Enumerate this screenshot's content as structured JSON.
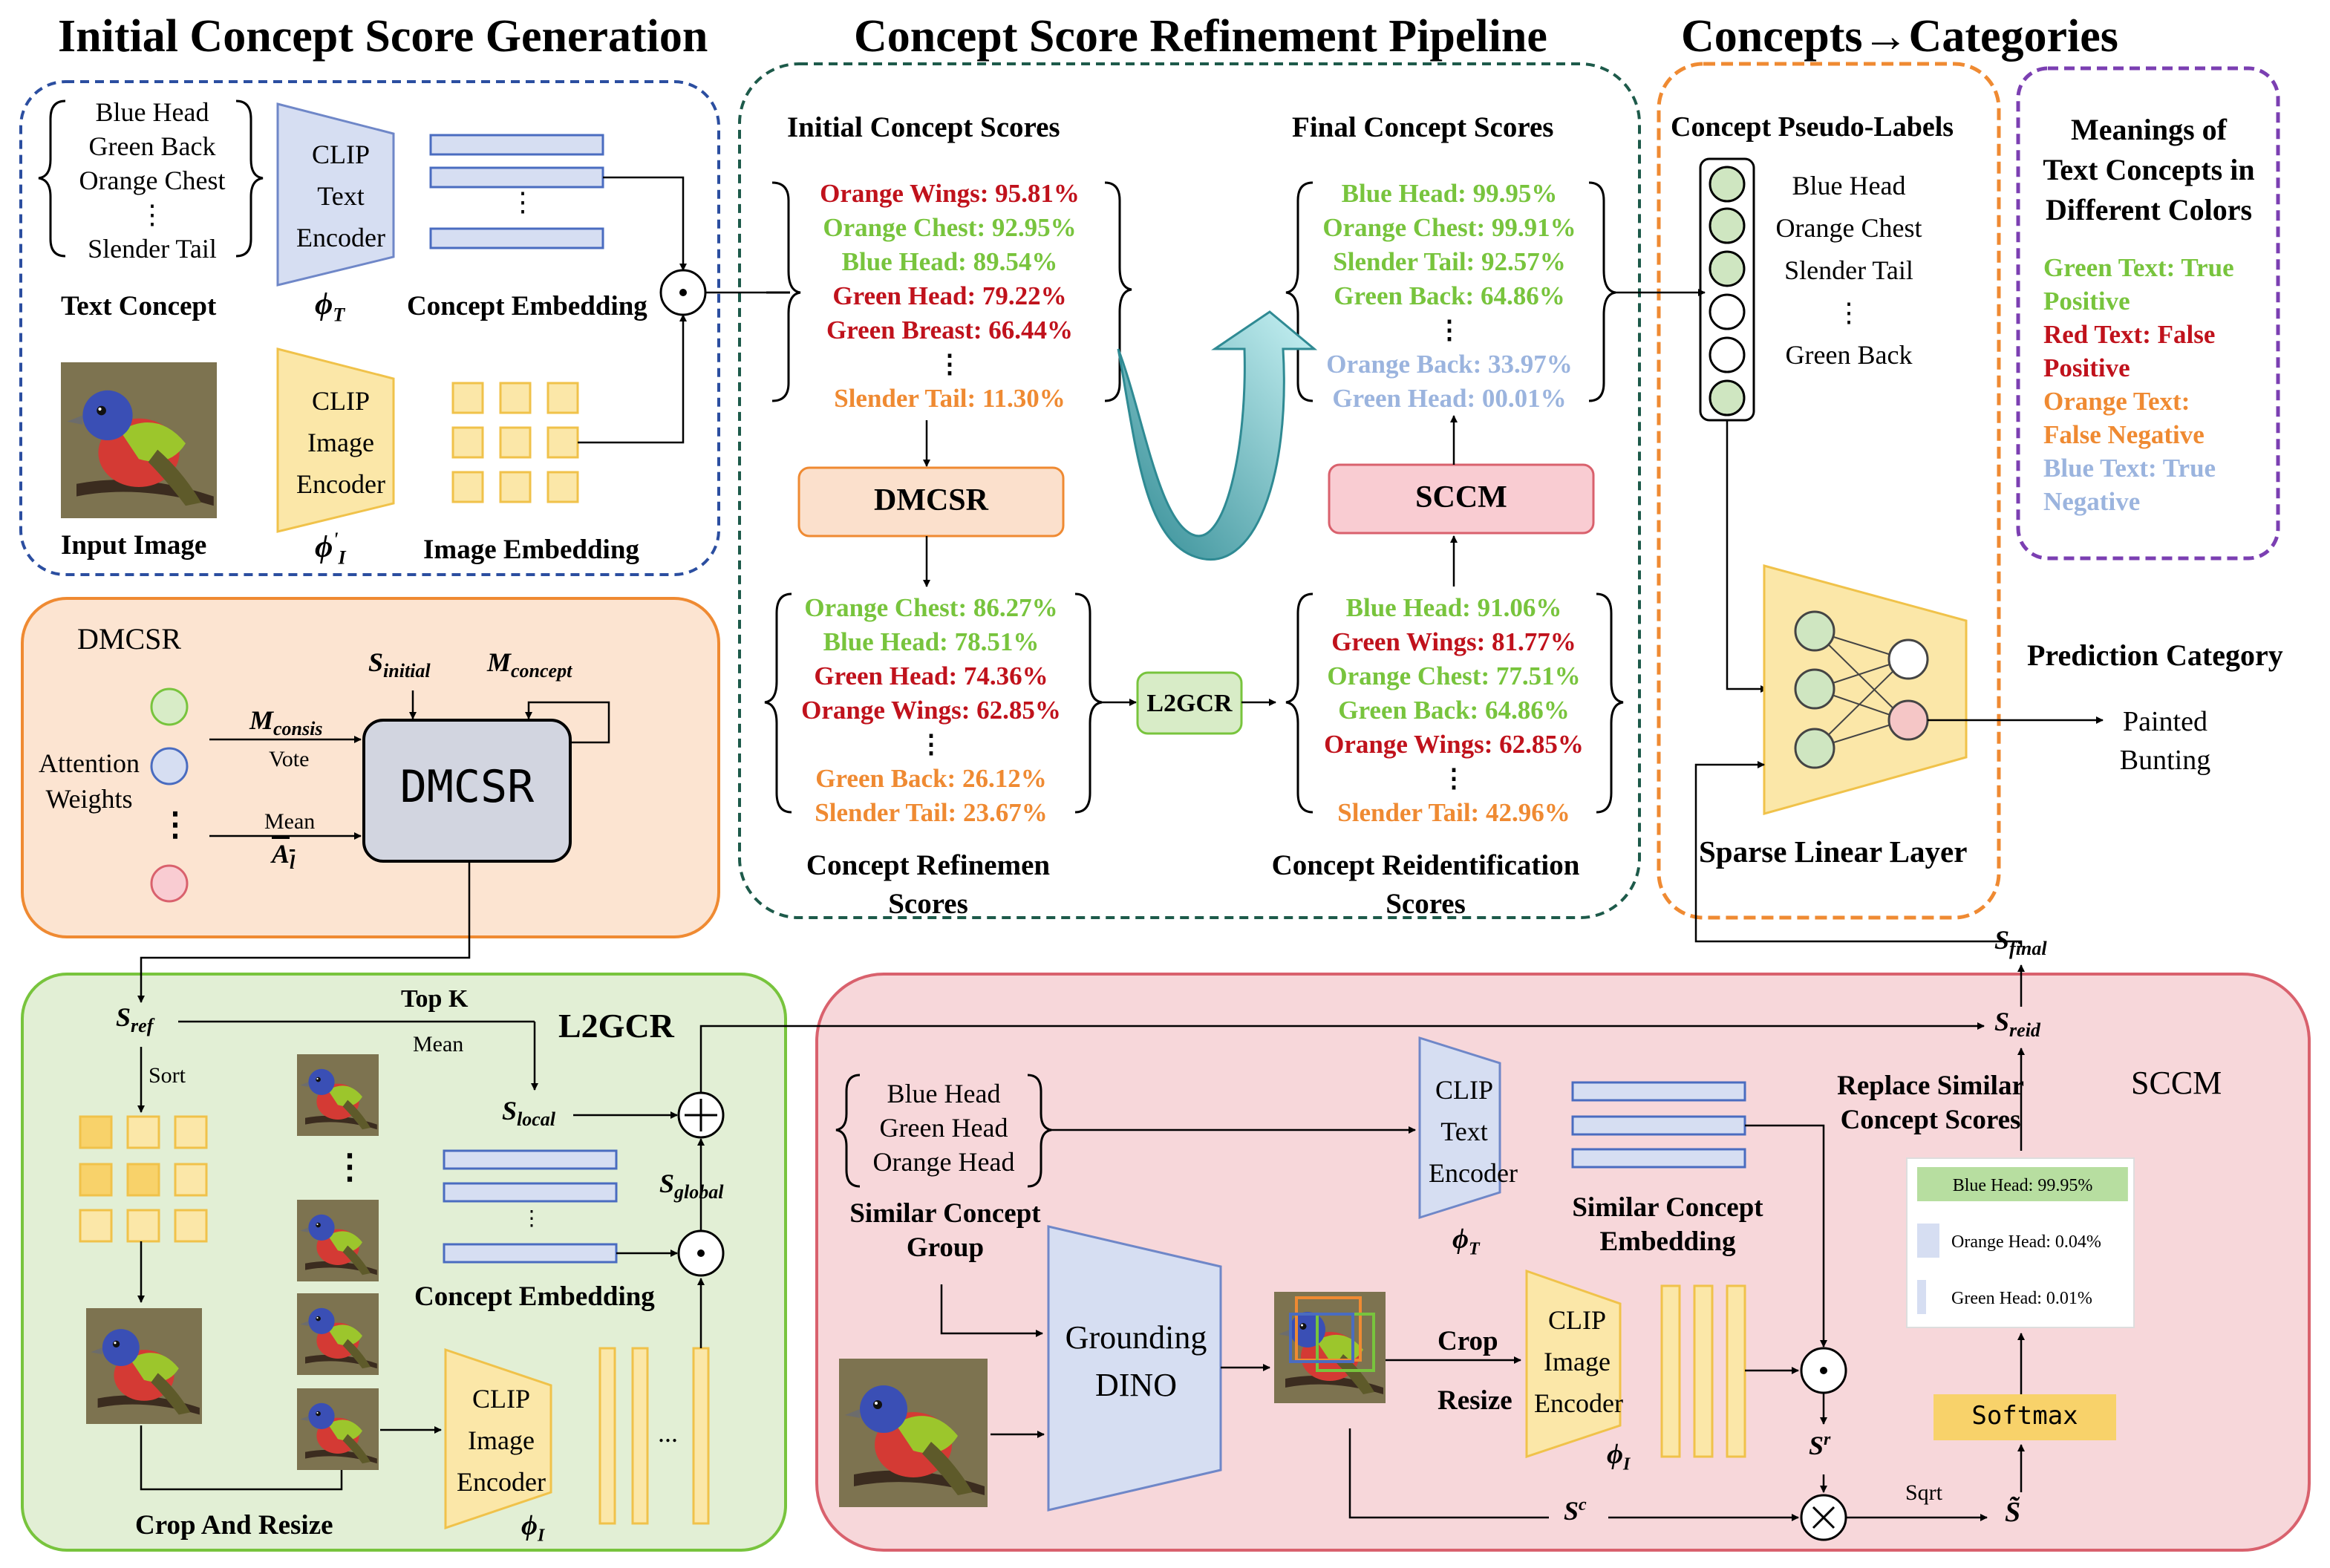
{
  "headers": {
    "initial": "Initial Concept Score Generation",
    "refinement": "Concept Score Refinement Pipeline",
    "categories": "Concepts→Categories"
  },
  "initial": {
    "concepts": [
      "Blue Head",
      "Green Back",
      "Orange Chest",
      "⋮",
      "Slender Tail"
    ],
    "text_concept": "Text Concept",
    "clip_text": "CLIP\nText\nEncoder",
    "phi_t": "ϕ",
    "phi_t_sub": "T",
    "concept_embedding": "Concept Embedding",
    "dots": "⋮",
    "input_image": "Input Image",
    "clip_image": "CLIP\nImage\nEncoder",
    "phi_i": "ϕ",
    "phi_i_sup": "'",
    "phi_i_sub": "I",
    "image_embedding": "Image Embedding",
    "dot_op": "⊙"
  },
  "pipeline": {
    "initial_scores_title": "Initial Concept Scores",
    "initial_scores": [
      {
        "text": "Orange Wings: 95.81%",
        "color": "red"
      },
      {
        "text": "Orange Chest: 92.95%",
        "color": "green"
      },
      {
        "text": "Blue Head: 89.54%",
        "color": "green"
      },
      {
        "text": "Green Head: 79.22%",
        "color": "red"
      },
      {
        "text": "Green Breast: 66.44%",
        "color": "red"
      },
      {
        "text": "⋮",
        "color": "black"
      },
      {
        "text": "Slender Tail: 11.30%",
        "color": "orange"
      }
    ],
    "final_scores_title": "Final Concept Scores",
    "final_scores": [
      {
        "text": "Blue Head: 99.95%",
        "color": "green"
      },
      {
        "text": "Orange Chest: 99.91%",
        "color": "green"
      },
      {
        "text": "Slender Tail: 92.57%",
        "color": "green"
      },
      {
        "text": "Green Back: 64.86%",
        "color": "green"
      },
      {
        "text": "⋮",
        "color": "black"
      },
      {
        "text": "Orange Back: 33.97%",
        "color": "blue"
      },
      {
        "text": "Green Head: 00.01%",
        "color": "blue"
      }
    ],
    "dmcsr": "DMCSR",
    "sccm": "SCCM",
    "l2gcr": "L2GCR",
    "refine_scores": [
      {
        "text": "Orange Chest: 86.27%",
        "color": "green"
      },
      {
        "text": "Blue Head: 78.51%",
        "color": "green"
      },
      {
        "text": "Green Head: 74.36%",
        "color": "red"
      },
      {
        "text": "Orange Wings: 62.85%",
        "color": "red"
      },
      {
        "text": "⋮",
        "color": "black"
      },
      {
        "text": "Green Back: 26.12%",
        "color": "orange"
      },
      {
        "text": "Slender Tail: 23.67%",
        "color": "orange"
      }
    ],
    "reid_scores": [
      {
        "text": "Blue Head: 91.06%",
        "color": "green"
      },
      {
        "text": "Green Wings: 81.77%",
        "color": "red"
      },
      {
        "text": "Orange Chest: 77.51%",
        "color": "green"
      },
      {
        "text": "Green Back: 64.86%",
        "color": "green"
      },
      {
        "text": "Orange Wings: 62.85%",
        "color": "red"
      },
      {
        "text": "⋮",
        "color": "black"
      },
      {
        "text": "Slender Tail: 42.96%",
        "color": "orange"
      }
    ],
    "refine_title": "Concept Refinemen\nScores",
    "reid_title": "Concept Reidentification\nScores"
  },
  "categories": {
    "pseudo_title": "Concept Pseudo-Labels",
    "pseudo_labels": [
      "Blue Head",
      "Orange Chest",
      "Slender Tail",
      "⋮",
      "Green Back"
    ],
    "meanings_title": "Meanings of\nText Concepts in\nDifferent Colors",
    "meanings": [
      {
        "text": "Green Text: True\nPositive",
        "color": "green"
      },
      {
        "text": "Red Text: False\nPositive",
        "color": "red"
      },
      {
        "text": "Orange Text:\nFalse Negative",
        "color": "orange"
      },
      {
        "text": "Blue Text: True\nNegative",
        "color": "blue"
      }
    ],
    "sparse_layer": "Sparse Linear Layer",
    "prediction_title": "Prediction Category",
    "prediction": "Painted\nBunting",
    "s_final": "S",
    "s_final_sub": "final"
  },
  "dmcsr_panel": {
    "title": "DMCSR",
    "attention": "Attention\nWeights",
    "s_initial": "S",
    "s_initial_sub": "initial",
    "m_concept": "M",
    "m_concept_sub": "concept",
    "m_consis": "M",
    "m_consis_sub": "consis",
    "vote": "Vote",
    "mean": "Mean",
    "a_l": "A",
    "a_l_sub": "l",
    "box": "DMCSR"
  },
  "l2gcr_panel": {
    "title": "L2GCR",
    "s_ref": "S",
    "s_ref_sub": "ref",
    "top_k": "Top K",
    "mean": "Mean",
    "sort": "Sort",
    "s_local": "S",
    "s_local_sub": "local",
    "s_global": "S",
    "s_global_sub": "global",
    "concept_embedding": "Concept Embedding",
    "clip_image": "CLIP\nImage\nEncoder",
    "phi_i": "ϕ",
    "phi_i_sub": "I",
    "crop_resize": "Crop And Resize",
    "ellipsis": "...",
    "dots": "⋮",
    "plus": "+",
    "dot_op": "⊙"
  },
  "sccm_panel": {
    "title": "SCCM",
    "similar_concepts": [
      "Blue Head",
      "Green Head",
      "Orange Head"
    ],
    "similar_group": "Similar Concept\nGroup",
    "clip_text": "CLIP\nText\nEncoder",
    "phi_t": "ϕ",
    "phi_t_sub": "T",
    "similar_embedding": "Similar Concept\nEmbedding",
    "grounding": "Grounding\nDINO",
    "crop": "Crop",
    "resize": "Resize",
    "clip_image": "CLIP\nImage\nEncoder",
    "phi_i": "ϕ",
    "phi_i_sub": "I",
    "replace": "Replace Similar\nConcept Scores",
    "s_reid": "S",
    "s_reid_sub": "reid",
    "bars": [
      {
        "label": "Blue Head: 99.95%",
        "value": 99.95
      },
      {
        "label": "Orange Head: 0.04%",
        "value": 0.04
      },
      {
        "label": "Green Head: 0.01%",
        "value": 0.01
      }
    ],
    "softmax": "Softmax",
    "s_r": "S",
    "s_r_sup": "r",
    "s_c": "S",
    "s_c_sup": "c",
    "s_tilde": "S̃",
    "sqrt": "Sqrt",
    "dot_op": "⊙",
    "times": "×"
  },
  "colors": {
    "green": "#78c43d",
    "red": "#c0121c",
    "orange": "#ef8a32",
    "blue": "#9bb4de",
    "black": "#000000"
  }
}
